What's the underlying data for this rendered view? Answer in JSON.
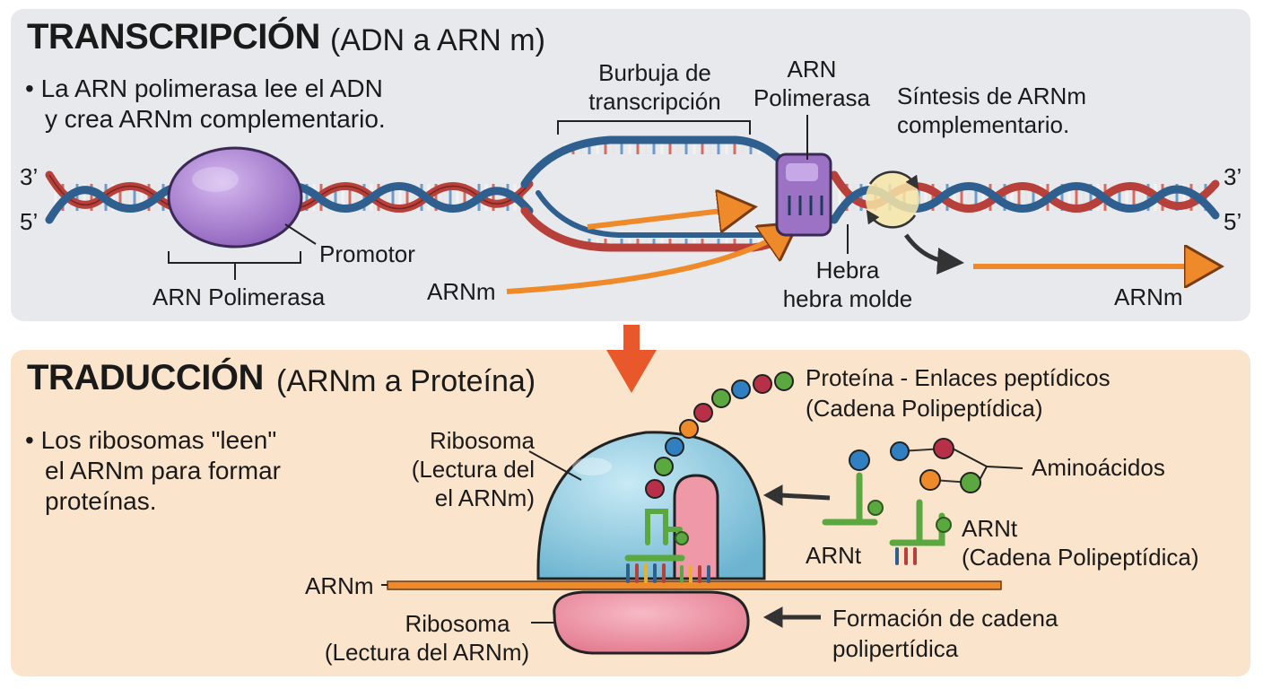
{
  "transcription": {
    "title": "TRANSCRIPCIÓN",
    "subtitle": "(ADN a ARN m)",
    "bullet_line1": "• La ARN polimerasa lee el ADN",
    "bullet_line2": "y crea ARNm complementario.",
    "end_3_left": "3’",
    "end_5_left": "5’",
    "end_3_right": "3’",
    "end_5_right": "5’",
    "bubble_label_line1": "Burbuja de",
    "bubble_label_line2": "transcripción",
    "polymerase_label_line1": "ARN",
    "polymerase_label_line2": "Polimerasa",
    "synthesis_label_line1": "Síntesis de ARNm",
    "synthesis_label_line2": "complementario.",
    "promoter_label": "Promotor",
    "polymerase_bottom_label": "ARN Polimerasa",
    "mrna_label_left": "ARNm",
    "template_label_line1": "Hebra",
    "template_label_line2": "hebra molde",
    "mrna_label_right": "ARNm"
  },
  "translation": {
    "title": "TRADUCCIÓN",
    "subtitle": "(ARNm a Proteína)",
    "bullet_line1": "• Los ribosomas \"leen\"",
    "bullet_line2": "el ARNm para formar",
    "bullet_line3": "proteínas.",
    "protein_label_line1": "Proteína - Enlaces peptídicos",
    "protein_label_line2": "(Cadena Polipeptídica)",
    "ribosome_top_label_line1": "Ribosoma",
    "ribosome_top_label_line2": "(Lectura del",
    "ribosome_top_label_line3": "el ARNm)",
    "amino_label": "Aminoácidos",
    "trna_label_left": "ARNt",
    "trna_label_right_line1": "ARNt",
    "trna_label_right_line2": "(Cadena Polipeptídica)",
    "mrna_label": "ARNm",
    "ribosome_bottom_label_line1": "Ribosoma",
    "ribosome_bottom_label_line2": "(Lectura del ARNm)",
    "chain_label_line1": "Formación de cadena",
    "chain_label_line2": "polipertídica"
  },
  "colors": {
    "panel_top": "#e7e9ec",
    "panel_bottom": "#fbe4cc",
    "dna_blue": "#2f5f8f",
    "dna_red": "#b8403a",
    "polymerase_purple": "#9b72c4",
    "mrna_orange": "#ef8a2b",
    "flow_arrow": "#e8582a",
    "ribosome_blue": "#8fcbe0",
    "ribosome_pink": "#ec8d9f",
    "trna_green": "#5aa83f"
  }
}
